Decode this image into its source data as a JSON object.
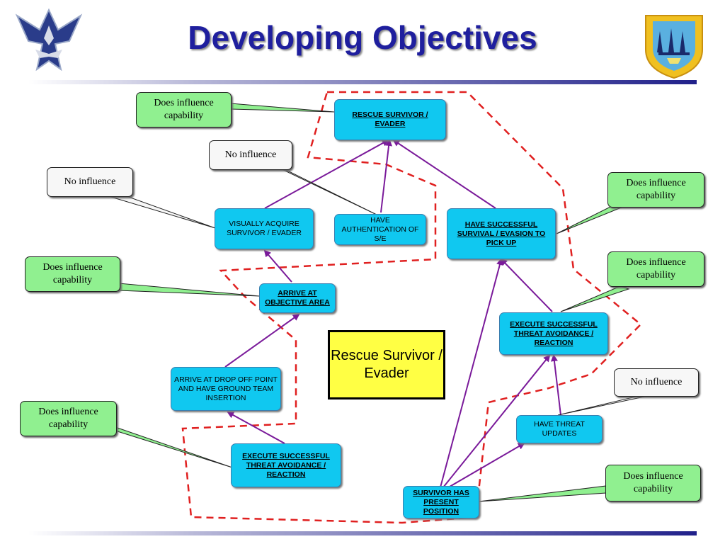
{
  "slide": {
    "title": "Developing Objectives",
    "center_label": "Rescue Survivor / Evader"
  },
  "nodes": {
    "rescue": "RESCUE SURVIVOR / EVADER",
    "visually_acquire": "VISUALLY ACQUIRE SURVIVOR / EVADER",
    "have_authentication": "HAVE AUTHENTICATION OF S/E",
    "survival_evasion": "HAVE SUCCESSFUL SURVIVAL / EVASION TO PICK UP",
    "arrive_objective": "ARRIVE AT OBJECTIVE AREA",
    "execute_right": "EXECUTE SUCCESSFUL THREAT AVOIDANCE / REACTION",
    "arrive_drop": "ARRIVE AT DROP OFF POINT AND HAVE GROUND TEAM INSERTION",
    "threat_updates": "HAVE THREAT UPDATES",
    "execute_left": "EXECUTE SUCCESSFUL THREAT AVOIDANCE / REACTION",
    "survivor_position": "SURVIVOR HAS PRESENT POSITION"
  },
  "callouts": {
    "c1": "Does influence capability",
    "c2": "No influence",
    "c3": "No influence",
    "c4": "Does influence capability",
    "c5": "Does influence capability",
    "c6": "Does influence capability",
    "c7": "No influence",
    "c8": "Does influence capability",
    "c9": "Does influence capability"
  },
  "colors": {
    "node_fill": "#10c8f0",
    "arrow": "#7a1a9a",
    "dashed_boundary": "#e02020",
    "influence_callout": "#90f090",
    "no_influence_callout": "#f7f7f7",
    "center_box": "#ffff44",
    "title": "#1f1f9e"
  },
  "icons": {
    "left_logo": "air-force-wings-logo",
    "right_logo": "test-evaluation-center-shield-logo"
  }
}
